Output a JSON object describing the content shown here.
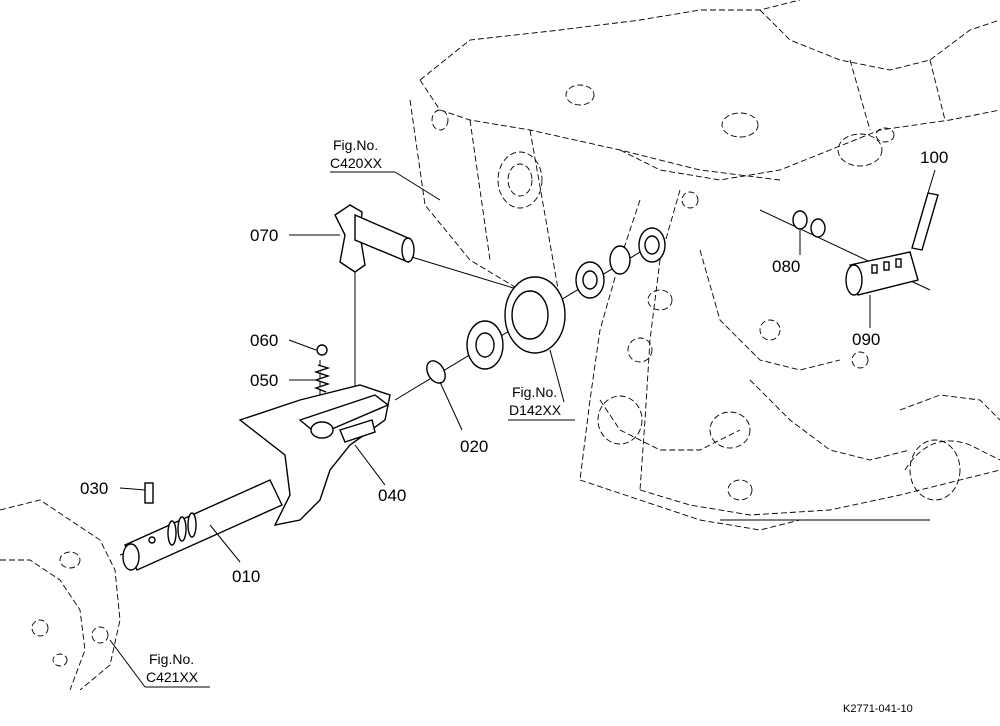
{
  "parts": [
    {
      "id": "p010",
      "number": "010"
    },
    {
      "id": "p020",
      "number": "020"
    },
    {
      "id": "p030",
      "number": "030"
    },
    {
      "id": "p040",
      "number": "040"
    },
    {
      "id": "p050",
      "number": "050"
    },
    {
      "id": "p060",
      "number": "060"
    },
    {
      "id": "p070",
      "number": "070"
    },
    {
      "id": "p080",
      "number": "080"
    },
    {
      "id": "p090",
      "number": "090"
    },
    {
      "id": "p100",
      "number": "100"
    }
  ],
  "figure_refs": [
    {
      "prefix": "Fig.No.",
      "number": "C420XX"
    },
    {
      "prefix": "Fig.No.",
      "number": "D142XX"
    },
    {
      "prefix": "Fig.No.",
      "number": "C421XX"
    }
  ],
  "drawing_code": "K2771-041-10"
}
